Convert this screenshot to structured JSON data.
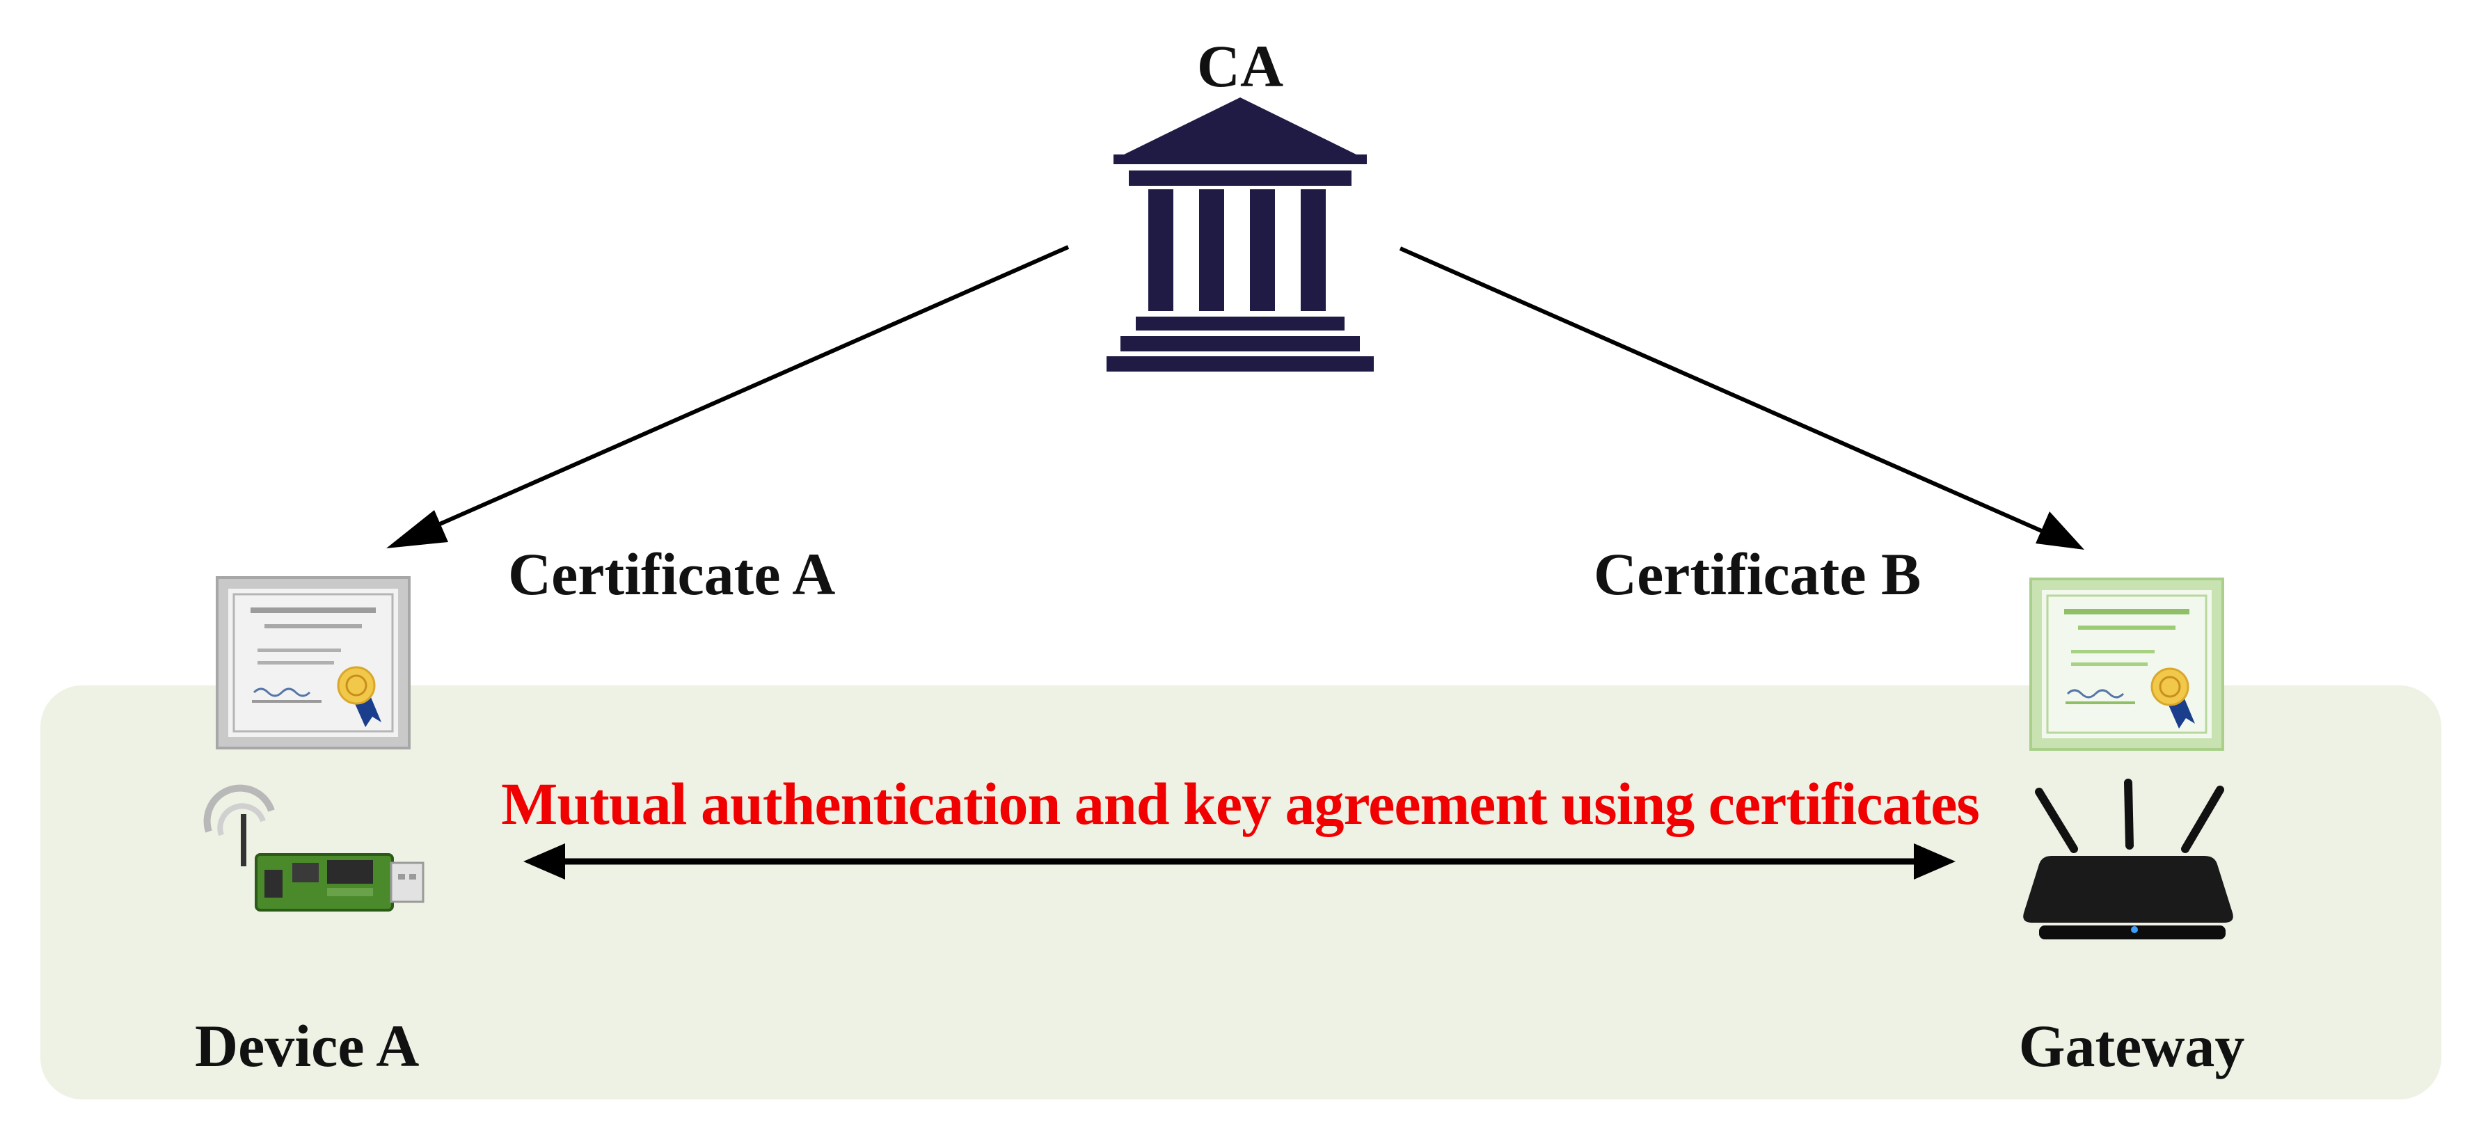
{
  "labels": {
    "ca": "CA",
    "certificate_a": "Certificate A",
    "certificate_b": "Certificate B",
    "device_a": "Device A",
    "gateway": "Gateway",
    "mutual_auth": "Mutual authentication and key agreement using certificates"
  },
  "icons": {
    "ca": "bank-building-icon",
    "certificate_a": "certificate-icon",
    "certificate_b": "certificate-icon",
    "device_a": "usb-wireless-device-icon",
    "gateway": "router-icon"
  },
  "colors": {
    "zone_background": "#eef2e4",
    "caption": "#f00000",
    "ca_building": "#1f1b45",
    "certificate_a_frame": "#bdbdbd",
    "certificate_b_frame": "#a9cf8a"
  }
}
